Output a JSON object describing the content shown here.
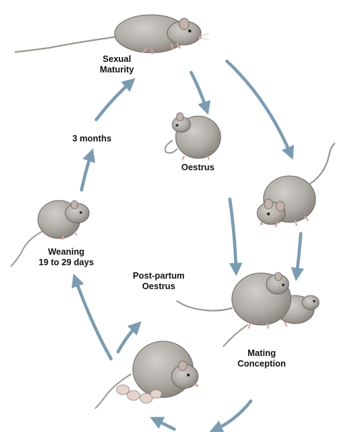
{
  "labels": {
    "sexual_maturity": [
      "Sexual",
      "Maturity"
    ],
    "oestrus": "Oestrus",
    "three_months": "3 months",
    "weaning": [
      "Weaning",
      "19 to 29 days"
    ],
    "post_partum": [
      "Post-partum",
      "Oestrus"
    ],
    "mating": [
      "Mating",
      "Conception"
    ]
  },
  "colors": {
    "arrow": "#7b9bb0",
    "fur": "#b0aca6",
    "fur_shade": "#8a857e",
    "outline": "#6d6862",
    "pink": "#d9a5a0"
  },
  "icons": [
    "rat-icon",
    "curled-rat-icon",
    "mating-rats-icon",
    "mother-with-pups-icon",
    "arrow-icon"
  ]
}
